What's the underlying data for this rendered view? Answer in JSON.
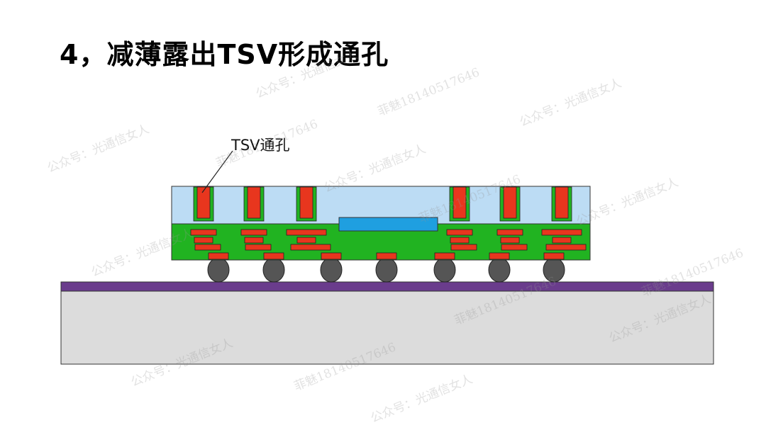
{
  "title": "4，减薄露出TSV形成通孔",
  "callout_label": "TSV通孔",
  "colors": {
    "substrate": "#dcdcdc",
    "substrate_top_layer": "#6a3c8c",
    "chip_top_layer": "#bcdcf4",
    "chip_bottom_layer": "#21b321",
    "tsv_metal": "#e8361e",
    "embedded_die": "#1f9fe0",
    "solder_ball": "#555555",
    "outline": "#222222"
  },
  "watermarks": [
    "公众号：光通信女人",
    "菲魅18140517646",
    "公众号：光通信女人",
    "菲魅18140517646",
    "公众号：光通信女人",
    "公众号：光通信女人",
    "菲魅18140517646",
    "公众号：光通信女人",
    "公众号：光通信女人",
    "菲魅18140517646",
    "公众号：光通信女人",
    "公众号：光通信女人",
    "菲魅18140517646",
    "公众号：光通信女人",
    "菲魅18140517646"
  ]
}
